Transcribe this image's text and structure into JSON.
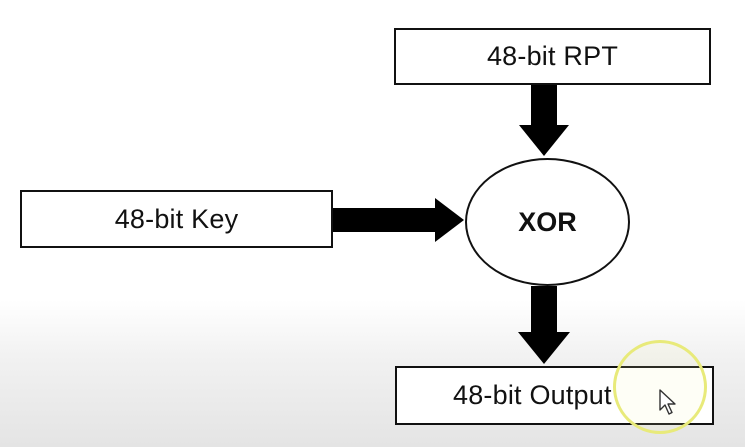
{
  "diagram": {
    "rpt_label": "48-bit RPT",
    "key_label": "48-bit Key",
    "operation_label": "XOR",
    "output_label": "48-bit Output"
  },
  "colors": {
    "stroke": "#111111",
    "arrow_fill": "#000000",
    "cursor_highlight": "#e8ea7a"
  },
  "icons": {
    "cursor": "mouse-pointer-icon"
  }
}
